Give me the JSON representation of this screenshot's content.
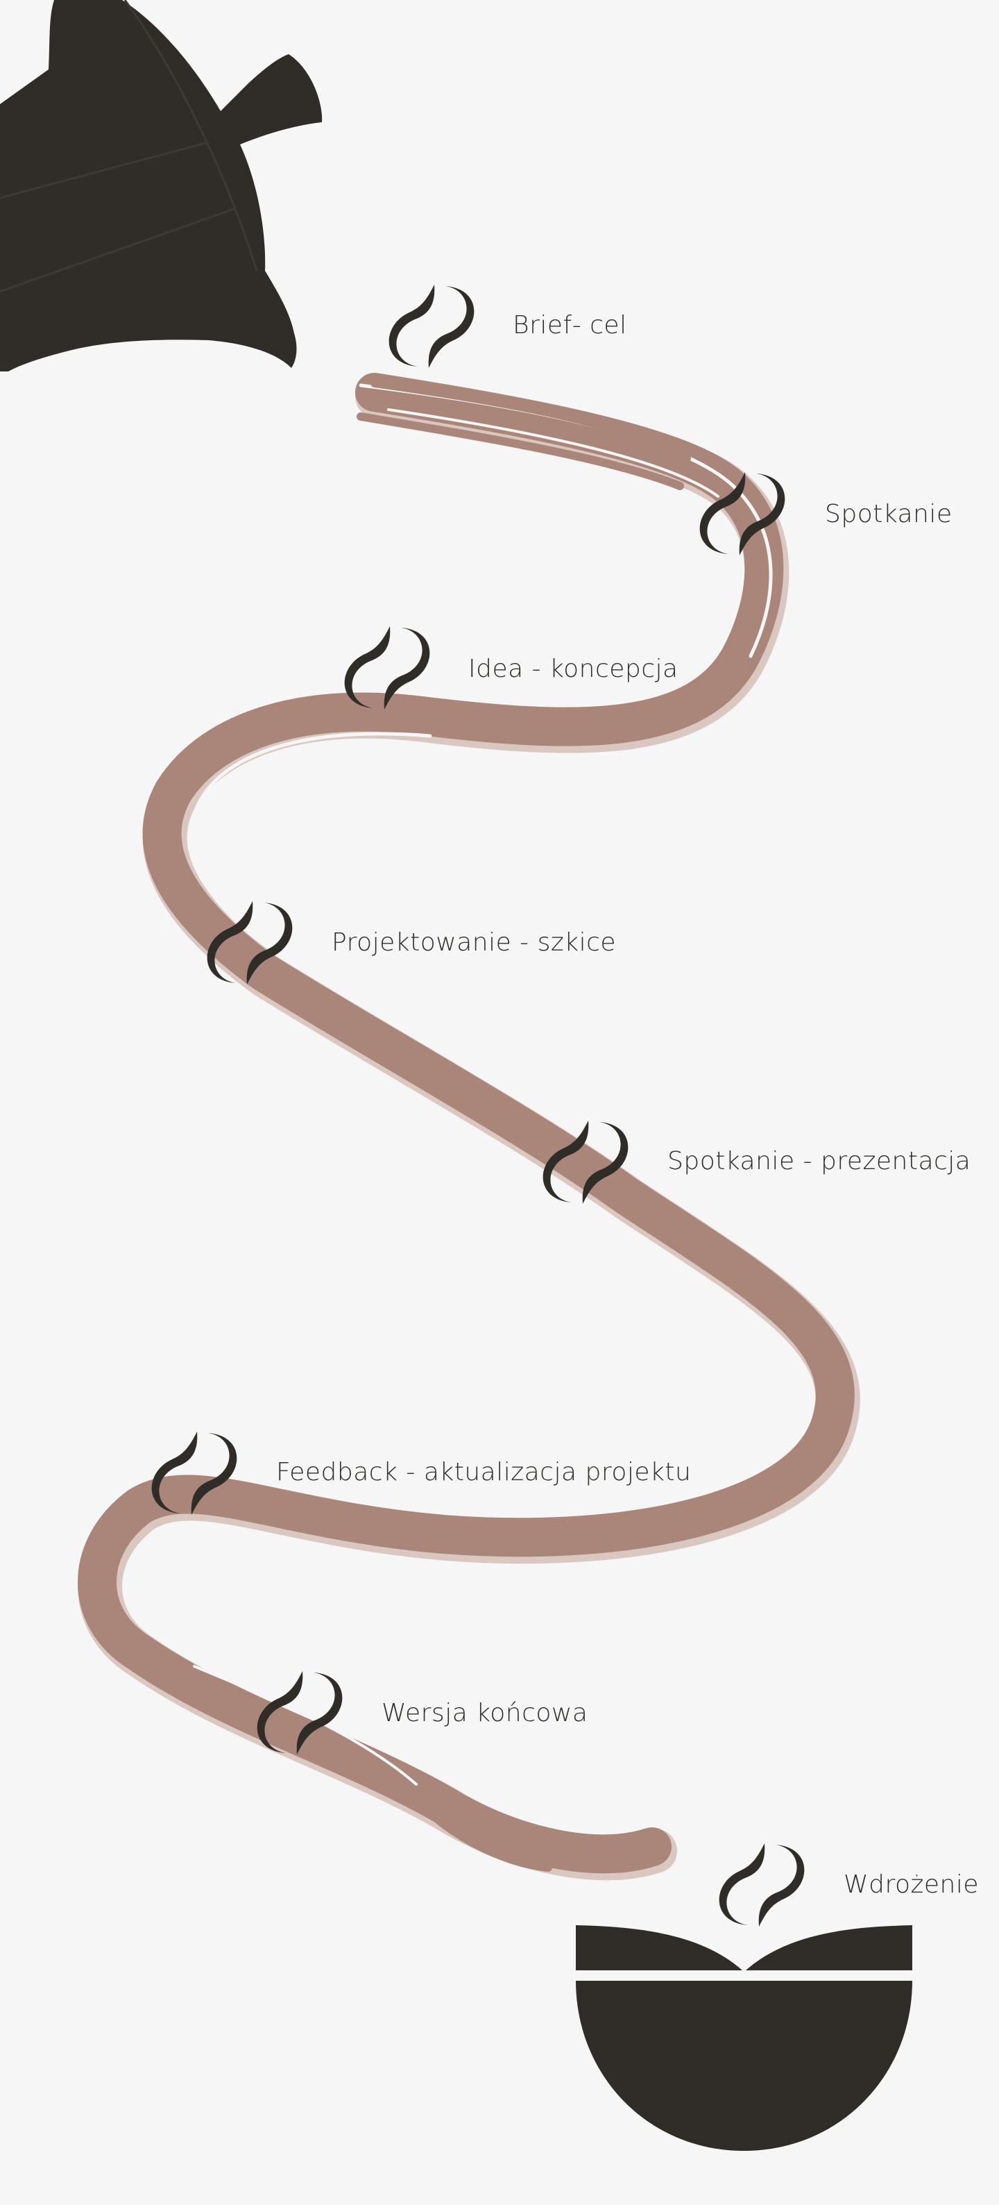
{
  "colors": {
    "background": "#f6f6f6",
    "dark": "#302d29",
    "stream": "#a98679",
    "stream_shadow": "#d9c7c0"
  },
  "illustration": {
    "top": "coffee-pot",
    "bottom": "coffee-cup",
    "marker_icon": "coffee-bean"
  },
  "steps": [
    {
      "label": "Brief- cel"
    },
    {
      "label": "Spotkanie"
    },
    {
      "label": "Idea - koncepcja"
    },
    {
      "label": "Projektowanie - szkice"
    },
    {
      "label": "Spotkanie - prezentacja"
    },
    {
      "label": "Feedback - aktualizacja projektu"
    },
    {
      "label": "Wersja końcowa"
    },
    {
      "label": "Wdrożenie"
    }
  ]
}
